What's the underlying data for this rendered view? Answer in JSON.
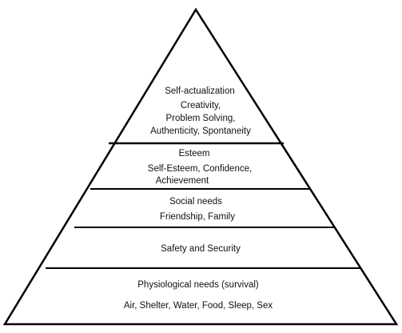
{
  "colors": {
    "stroke": "#000000",
    "background": "#ffffff",
    "text": "#111111"
  },
  "levels": [
    {
      "title": "Self-actualization",
      "detail": [
        "Creativity,",
        "Problem Solving,",
        "Authenticity, Spontaneity"
      ]
    },
    {
      "title": "Esteem",
      "detail": [
        "Self-Esteem, Confidence,",
        "Achievement"
      ]
    },
    {
      "title": "Social needs",
      "detail": [
        "Friendship, Family"
      ]
    },
    {
      "title": "Safety and Security",
      "detail": []
    },
    {
      "title": "Physiological needs (survival)",
      "detail": [
        "Air, Shelter, Water, Food, Sleep, Sex"
      ]
    }
  ]
}
